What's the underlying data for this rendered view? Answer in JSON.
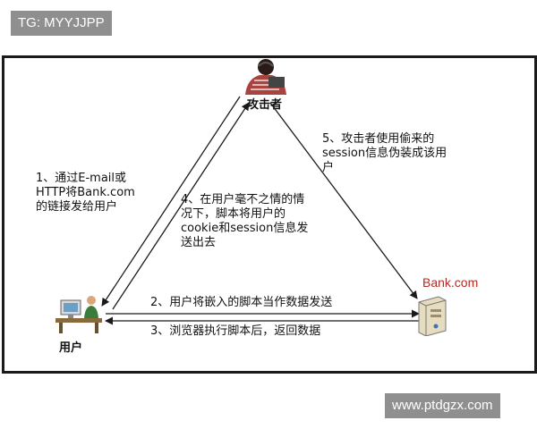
{
  "badges": {
    "top_left": "TG: MYYJJPP",
    "bottom_right": "www.ptdgzx.com"
  },
  "nodes": {
    "attacker": "攻击者",
    "user": "用户",
    "bank": "Bank.com"
  },
  "steps": {
    "step1": "1、通过E-mail或\nHTTP将Bank.com\n的链接发给用户",
    "step2": "2、用户将嵌入的脚本当作数据发送",
    "step3": "3、浏览器执行脚本后，返回数据",
    "step4": "4、在用户毫不之情的情\n况下，脚本将用户的\ncookie和session信息发\n送出去",
    "step5": "5、攻击者使用偷来的\nsession信息伪装成该用\n户"
  },
  "colors": {
    "arrow": "#1a1a1a",
    "bank_text": "#b42a22",
    "badge_bg": "#8f8f8f"
  },
  "icons": {
    "attacker": "hacker-icon",
    "user": "user-computer-icon",
    "bank": "server-icon"
  }
}
